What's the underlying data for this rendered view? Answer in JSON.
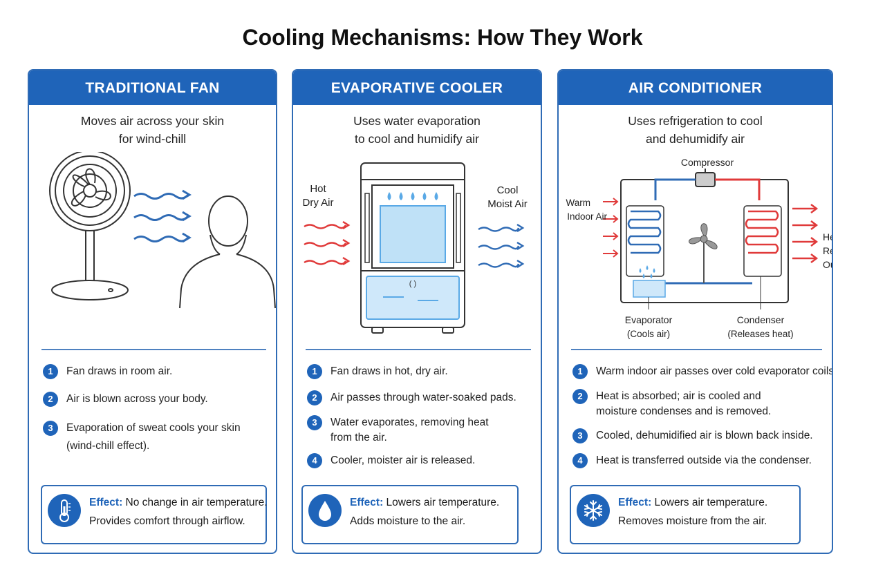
{
  "title": "Cooling Mechanisms: How They Work",
  "panels": [
    {
      "header": "TRADITIONAL FAN",
      "subtitle": [
        "Moves air across your skin",
        "for wind-chill"
      ],
      "steps": [
        {
          "num": "1",
          "lines": [
            "Fan draws in room air."
          ]
        },
        {
          "num": "2",
          "lines": [
            "Air is blown across your body."
          ]
        },
        {
          "num": "3",
          "lines": [
            "Evaporation of sweat cools your skin",
            "(wind-chill effect)."
          ]
        }
      ],
      "effect": {
        "label": "Effect:",
        "line1": "No change in air temperature.",
        "line2": "Provides comfort through airflow.",
        "icon": "thermometer-icon"
      }
    },
    {
      "header": "EVAPORATIVE COOLER",
      "subtitle": [
        "Uses water evaporation",
        "to cool and humidify air"
      ],
      "labels": {
        "hot": [
          "Hot",
          "Dry Air"
        ],
        "cool": [
          "Cool",
          "Moist Air"
        ]
      },
      "steps": [
        {
          "num": "1",
          "lines": [
            "Fan draws in hot, dry air."
          ]
        },
        {
          "num": "2",
          "lines": [
            "Air passes through water-soaked pads."
          ]
        },
        {
          "num": "3",
          "lines": [
            "Water evaporates, removing heat",
            "from the air."
          ]
        },
        {
          "num": "4",
          "lines": [
            "Cooler, moister air is released."
          ]
        }
      ],
      "effect": {
        "label": "Effect:",
        "line1": "Lowers air temperature.",
        "line2": "Adds moisture to the air.",
        "icon": "water-drop-icon"
      }
    },
    {
      "header": "AIR CONDITIONER",
      "subtitle": [
        "Uses refrigeration to cool",
        "and dehumidify air"
      ],
      "labels": {
        "compressor": "Compressor",
        "warm": [
          "Warm",
          "Indoor Air"
        ],
        "heat": [
          "Heat",
          "Released",
          "Outside"
        ],
        "evaporator": [
          "Evaporator",
          "(Cools air)"
        ],
        "condenser": [
          "Condenser",
          "(Releases heat)"
        ]
      },
      "steps": [
        {
          "num": "1",
          "lines": [
            "Warm indoor air passes over cold evaporator coils."
          ]
        },
        {
          "num": "2",
          "lines": [
            "Heat is absorbed; air is cooled and",
            "moisture condenses and is removed."
          ]
        },
        {
          "num": "3",
          "lines": [
            "Cooled, dehumidified air is blown back inside."
          ]
        },
        {
          "num": "4",
          "lines": [
            "Heat is transferred outside via the condenser."
          ]
        }
      ],
      "effect": {
        "label": "Effect:",
        "line1": "Lowers air temperature.",
        "line2": "Removes moisture from the air.",
        "icon": "snowflake-icon"
      }
    }
  ],
  "colors": {
    "accent": "#1f64b9",
    "hot": "#e03a3a",
    "water": "#5aa9e6"
  }
}
